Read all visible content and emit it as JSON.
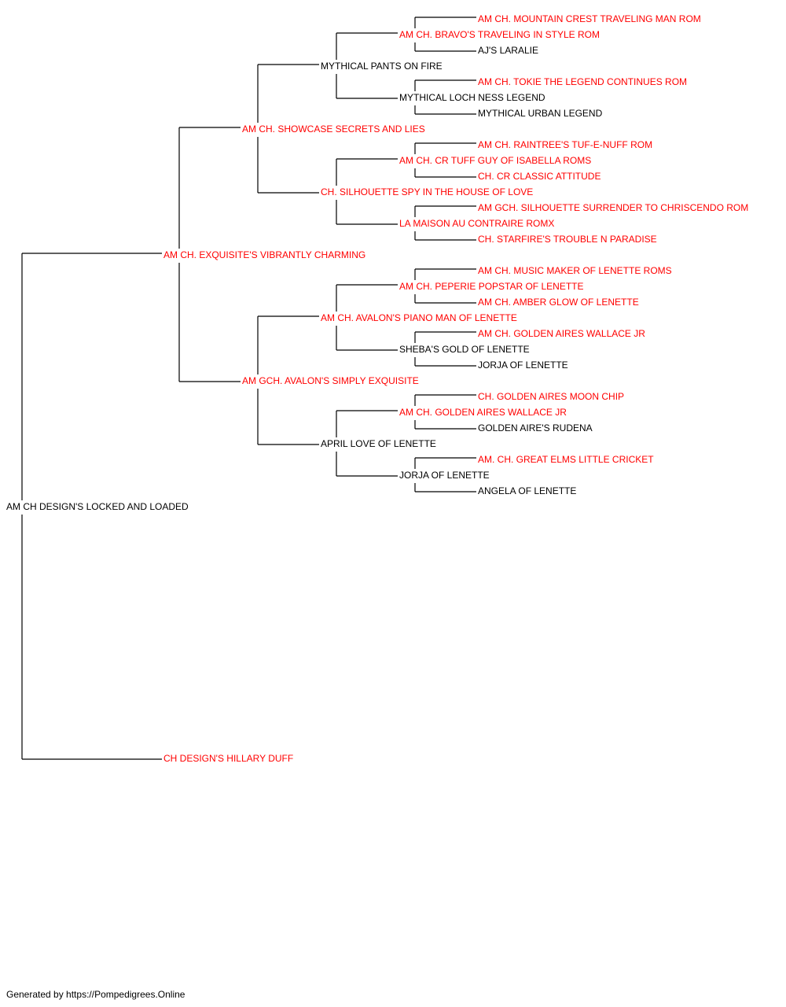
{
  "colors": {
    "champion": "#ff0000",
    "normal": "#000000",
    "line": "#000000"
  },
  "pedigree": {
    "name": "AM CH DESIGN'S LOCKED AND LOADED",
    "champion": false,
    "sire": {
      "name": "AM CH. EXQUISITE'S VIBRANTLY CHARMING",
      "champion": true,
      "sire": {
        "name": "AM CH. SHOWCASE SECRETS AND LIES",
        "champion": true,
        "sire": {
          "name": "MYTHICAL PANTS ON FIRE",
          "champion": false,
          "sire": {
            "name": "AM CH. BRAVO'S TRAVELING IN STYLE ROM",
            "champion": true,
            "sire": {
              "name": "AM CH. MOUNTAIN CREST TRAVELING MAN ROM",
              "champion": true
            },
            "dam": {
              "name": "AJ'S LARALIE",
              "champion": false
            }
          },
          "dam": {
            "name": "MYTHICAL LOCH NESS LEGEND",
            "champion": false,
            "sire": {
              "name": "AM CH. TOKIE THE LEGEND CONTINUES ROM",
              "champion": true
            },
            "dam": {
              "name": "MYTHICAL URBAN LEGEND",
              "champion": false
            }
          }
        },
        "dam": {
          "name": "CH. SILHOUETTE SPY IN THE HOUSE OF LOVE",
          "champion": true,
          "sire": {
            "name": "AM CH. CR TUFF GUY OF ISABELLA ROMS",
            "champion": true,
            "sire": {
              "name": "AM CH. RAINTREE'S TUF-E-NUFF ROM",
              "champion": true
            },
            "dam": {
              "name": "CH. CR CLASSIC ATTITUDE",
              "champion": true
            }
          },
          "dam": {
            "name": "LA MAISON AU CONTRAIRE ROMX",
            "champion": true,
            "sire": {
              "name": "AM GCH. SILHOUETTE SURRENDER TO CHRISCENDO ROM",
              "champion": true
            },
            "dam": {
              "name": "CH. STARFIRE'S TROUBLE N PARADISE",
              "champion": true
            }
          }
        }
      },
      "dam": {
        "name": "AM GCH. AVALON'S SIMPLY EXQUISITE",
        "champion": true,
        "sire": {
          "name": "AM CH. AVALON'S PIANO MAN OF LENETTE",
          "champion": true,
          "sire": {
            "name": "AM CH. PEPERIE POPSTAR OF LENETTE",
            "champion": true,
            "sire": {
              "name": "AM CH. MUSIC MAKER OF LENETTE ROMS",
              "champion": true
            },
            "dam": {
              "name": "AM CH. AMBER GLOW OF LENETTE",
              "champion": true
            }
          },
          "dam": {
            "name": "SHEBA'S GOLD OF LENETTE",
            "champion": false,
            "sire": {
              "name": "AM CH. GOLDEN AIRES WALLACE JR",
              "champion": true
            },
            "dam": {
              "name": "JORJA OF LENETTE",
              "champion": false
            }
          }
        },
        "dam": {
          "name": "APRIL LOVE OF LENETTE",
          "champion": false,
          "sire": {
            "name": "AM CH. GOLDEN AIRES WALLACE JR",
            "champion": true,
            "sire": {
              "name": "CH. GOLDEN AIRES MOON CHIP",
              "champion": true
            },
            "dam": {
              "name": "GOLDEN AIRE'S RUDENA",
              "champion": false
            }
          },
          "dam": {
            "name": "JORJA OF LENETTE",
            "champion": false,
            "sire": {
              "name": "AM. CH. GREAT ELMS LITTLE CRICKET",
              "champion": true
            },
            "dam": {
              "name": "ANGELA OF LENETTE",
              "champion": false
            }
          }
        }
      }
    },
    "dam": {
      "name": "CH DESIGN'S HILLARY DUFF",
      "champion": true
    }
  },
  "footer": {
    "text": "Generated by https://Pompedigrees.Online"
  }
}
